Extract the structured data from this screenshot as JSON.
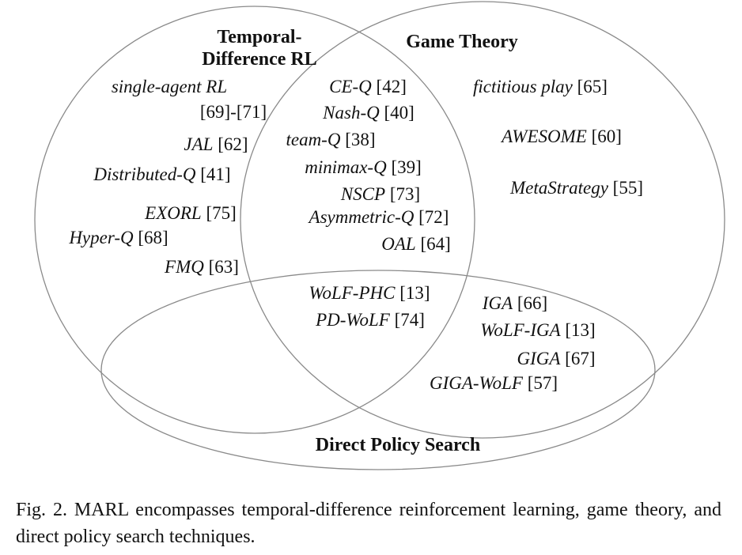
{
  "sets": {
    "td_line1": "Temporal-",
    "td_line2": "Difference RL",
    "gt": "Game Theory",
    "dps": "Direct Policy Search"
  },
  "items": [
    {
      "id": "single-agent-rl",
      "name": "single-agent RL",
      "ref": ""
    },
    {
      "id": "single-agent-rl-refs",
      "name": "",
      "ref": "[69]-[71]"
    },
    {
      "id": "jal",
      "name": "JAL",
      "ref": " [62]"
    },
    {
      "id": "distributed-q",
      "name": "Distributed-Q",
      "ref": " [41]"
    },
    {
      "id": "exorl",
      "name": "EXORL",
      "ref": " [75]"
    },
    {
      "id": "hyper-q",
      "name": "Hyper-Q",
      "ref": " [68]"
    },
    {
      "id": "fmq",
      "name": "FMQ",
      "ref": " [63]"
    },
    {
      "id": "ce-q",
      "name": "CE-Q",
      "ref": " [42]"
    },
    {
      "id": "nash-q",
      "name": "Nash-Q",
      "ref": " [40]"
    },
    {
      "id": "team-q",
      "name": "team-Q",
      "ref": " [38]"
    },
    {
      "id": "minimax-q",
      "name": "minimax-Q",
      "ref": " [39]"
    },
    {
      "id": "nscp",
      "name": "NSCP",
      "ref": " [73]"
    },
    {
      "id": "asymmetric-q",
      "name": "Asymmetric-Q",
      "ref": " [72]"
    },
    {
      "id": "oal",
      "name": "OAL",
      "ref": " [64]"
    },
    {
      "id": "fictitious-play",
      "name": "fictitious play",
      "ref": " [65]"
    },
    {
      "id": "awesome",
      "name": "AWESOME",
      "ref": " [60]"
    },
    {
      "id": "metastrategy",
      "name": "MetaStrategy",
      "ref": " [55]"
    },
    {
      "id": "wolf-phc",
      "name": "WoLF-PHC",
      "ref": " [13]"
    },
    {
      "id": "pd-wolf",
      "name": "PD-WoLF",
      "ref": " [74]"
    },
    {
      "id": "iga",
      "name": "IGA",
      "ref": " [66]"
    },
    {
      "id": "wolf-iga",
      "name": "WoLF-IGA",
      "ref": " [13]"
    },
    {
      "id": "giga",
      "name": "GIGA",
      "ref": " [67]"
    },
    {
      "id": "giga-wolf",
      "name": "GIGA-WoLF",
      "ref": " [57]"
    }
  ],
  "caption": "Fig. 2.  MARL encompasses temporal-difference reinforcement learning, game theory, and direct policy search techniques.",
  "colors": {
    "circle_stroke": "#8a8a8a",
    "text": "#111111"
  }
}
